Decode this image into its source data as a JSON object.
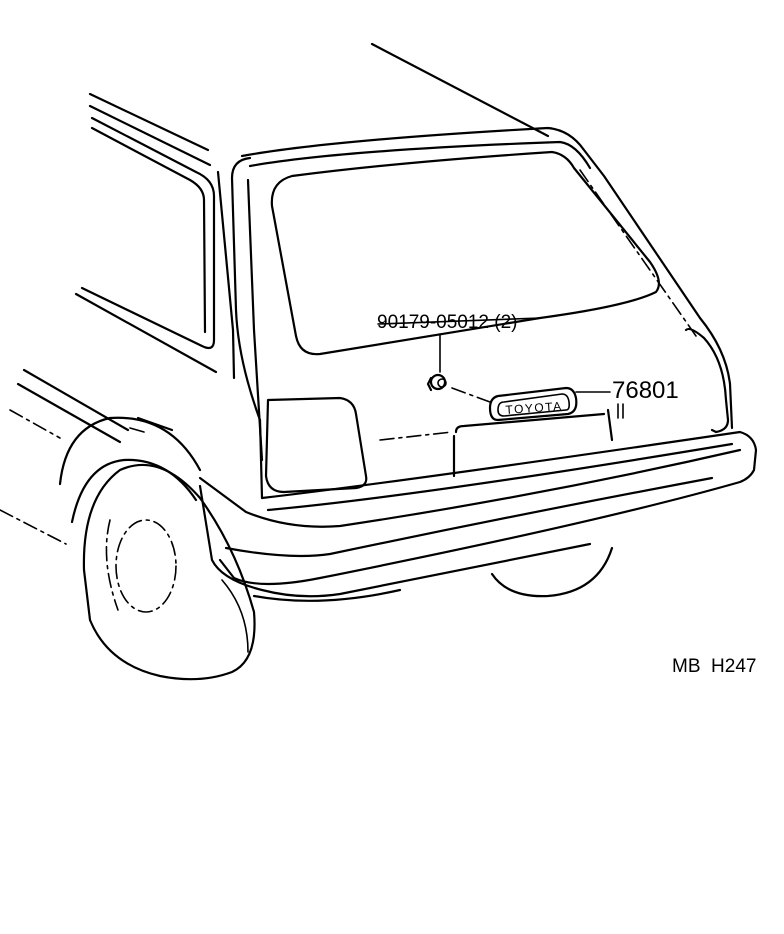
{
  "diagram": {
    "callouts": {
      "nut": "90179-05012 (2)",
      "emblem": "76801"
    },
    "emblem_text": "TOYOTA",
    "figure_code": "MB  H247"
  }
}
